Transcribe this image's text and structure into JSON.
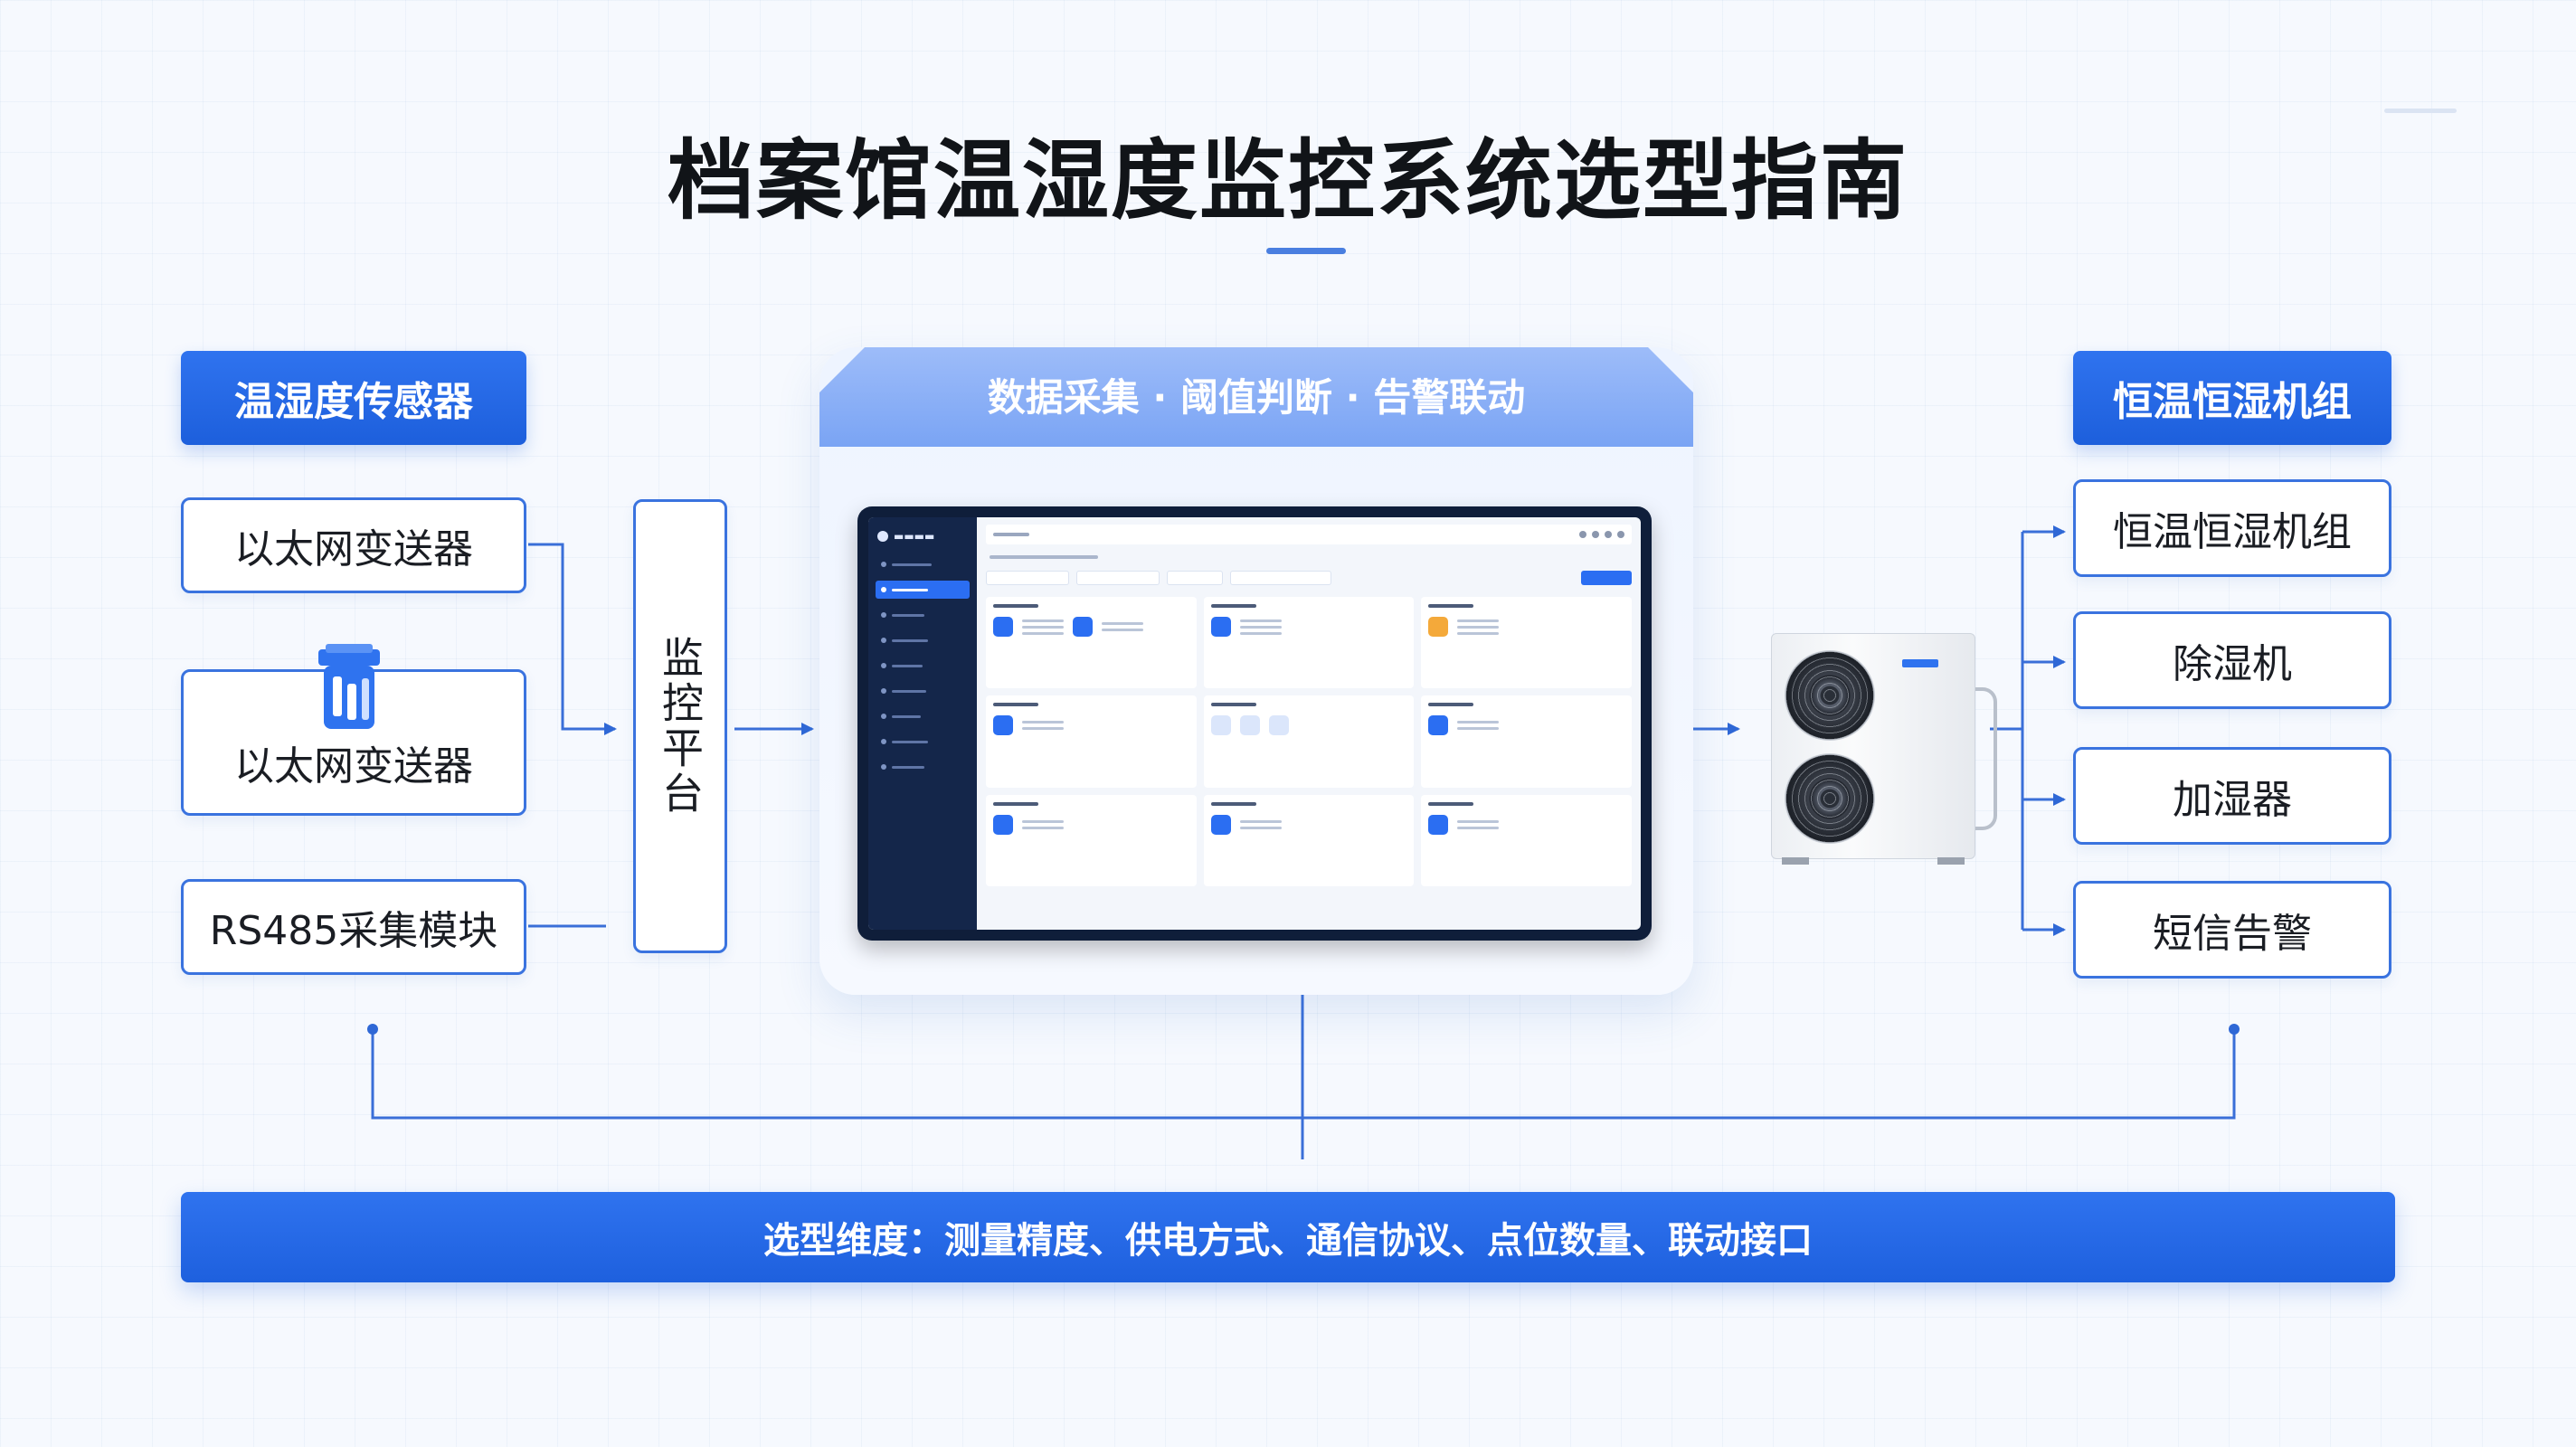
{
  "title": "档案馆温湿度监控系统选型指南",
  "left_column": {
    "header": "温湿度传感器",
    "items": [
      "以太网变送器",
      "以太网变送器",
      "RS485采集模块"
    ]
  },
  "platform_label": "监控平台",
  "center": {
    "header": "数据采集  ·  阈值判断  ·  告警联动"
  },
  "right_column": {
    "header": "恒温恒湿机组",
    "items": [
      "恒温恒湿机组",
      "除湿机",
      "加湿器",
      "短信告警"
    ]
  },
  "bottom_bar": "选型维度：测量精度、供电方式、通信协议、点位数量、联动接口",
  "icons": {
    "sensor": "sensor-icon",
    "ac_unit": "outdoor-ac-unit-image"
  },
  "colors": {
    "accent": "#2f73ef",
    "accent_dark": "#1d5fdc",
    "box_border": "#3a73df",
    "center_header": "#8fb2f7",
    "text": "#111418"
  }
}
